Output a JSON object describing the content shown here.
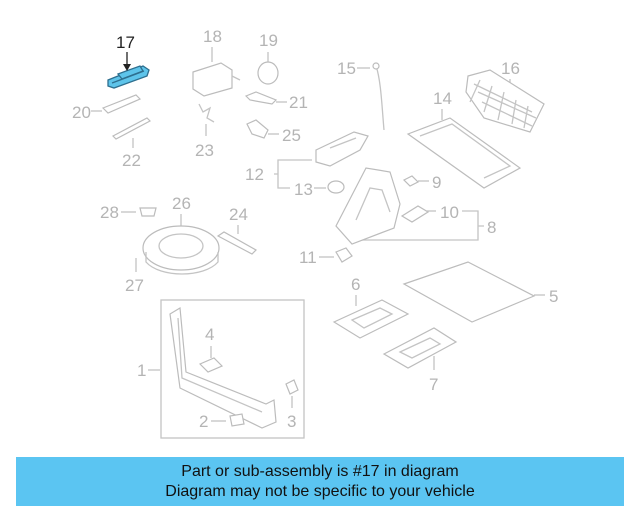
{
  "labels": {
    "l1": "1",
    "l2": "2",
    "l3": "3",
    "l4": "4",
    "l5": "5",
    "l6": "6",
    "l7": "7",
    "l8": "8",
    "l9": "9",
    "l10": "10",
    "l11": "11",
    "l12": "12",
    "l13": "13",
    "l14": "14",
    "l15": "15",
    "l16": "16",
    "l17": "17",
    "l18": "18",
    "l19": "19",
    "l20": "20",
    "l21": "21",
    "l22": "22",
    "l23": "23",
    "l24": "24",
    "l25": "25",
    "l26": "26",
    "l27": "27",
    "l28": "28"
  },
  "highlight_part": "17",
  "caption": {
    "line1": "Part or sub-assembly is #17 in diagram",
    "line2": "Diagram may not be specific to your vehicle"
  },
  "colors": {
    "caption_bg": "#5bc5f2",
    "highlight": "#5ec4ea",
    "linework": "#c4c4c4"
  }
}
